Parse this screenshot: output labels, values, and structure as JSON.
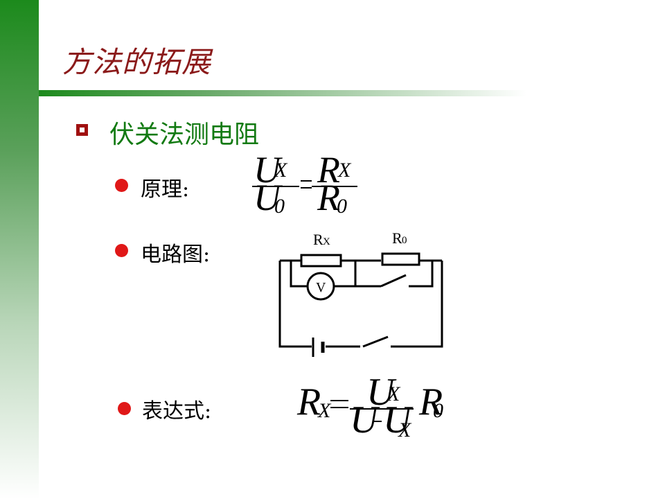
{
  "slide": {
    "title": "方法的拓展",
    "heading": "伏关法测电阻"
  },
  "items": [
    {
      "label": "原理:"
    },
    {
      "label": "电路图:"
    },
    {
      "label": "表达式:"
    }
  ],
  "formula_principle": {
    "num_left": "U",
    "num_left_sub": "X",
    "num_right": "R",
    "num_right_sub": "X",
    "den_left": "U",
    "den_left_sub": "0",
    "den_right": "R",
    "den_right_sub": "0"
  },
  "circuit": {
    "rx_label": "R",
    "rx_sub": "X",
    "r0_label": "R",
    "r0_sub": "0",
    "voltmeter_label": "V"
  },
  "formula_expression": {
    "lhs": "R",
    "lhs_sub": "X",
    "num": "U",
    "num_sub": "X",
    "r_term": "R",
    "r_sub": "0",
    "den_left": "U",
    "den_right": "U",
    "den_right_sub": "X"
  }
}
